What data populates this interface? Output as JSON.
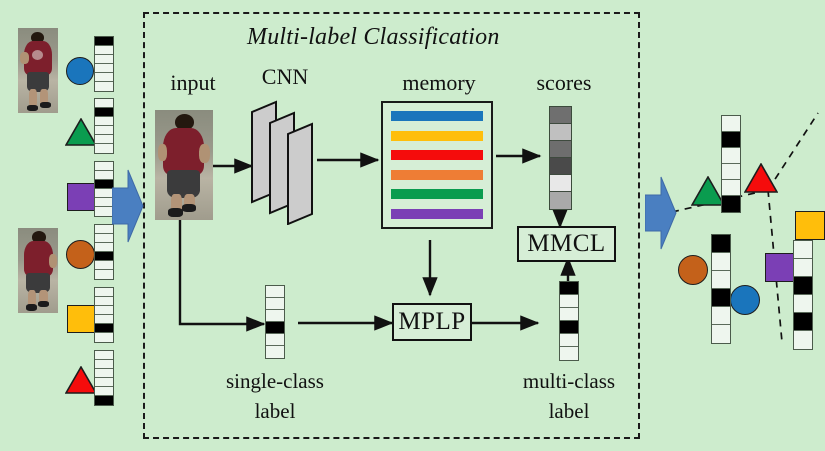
{
  "figure": {
    "domain": "diagram",
    "background_color": "#cdeccd",
    "panel": {
      "title": "Multi-label Classification",
      "border_style": "dashed"
    },
    "labels": {
      "input": "input",
      "cnn": "CNN",
      "memory": "memory",
      "scores": "scores",
      "mmcl": "MMCL",
      "mplp": "MPLP",
      "single_class_label_line1": "single-class",
      "single_class_label_line2": "label",
      "multi_class_label_line1": "multi-class",
      "multi_class_label_line2": "label"
    }
  },
  "left_gallery": {
    "shapes": [
      {
        "name": "circle",
        "color": "#1a75bc"
      },
      {
        "name": "triangle",
        "color": "#0a9c4f"
      },
      {
        "name": "square",
        "color": "#7b3fb5"
      },
      {
        "name": "circle",
        "color": "#c4611a"
      },
      {
        "name": "square",
        "color": "#ffbe0b"
      },
      {
        "name": "triangle",
        "color": "#f50c0c"
      }
    ],
    "vectors": [
      {
        "cells": 6,
        "on": [
          1
        ]
      },
      {
        "cells": 6,
        "on": [
          2
        ]
      },
      {
        "cells": 6,
        "on": [
          3
        ]
      },
      {
        "cells": 6,
        "on": [
          4
        ]
      },
      {
        "cells": 6,
        "on": [
          5
        ]
      },
      {
        "cells": 6,
        "on": [
          6
        ]
      }
    ]
  },
  "memory_bars": [
    {
      "index": 1,
      "color": "#1a75bc"
    },
    {
      "index": 2,
      "color": "#ffbe0b"
    },
    {
      "index": 3,
      "color": "#f50c0c"
    },
    {
      "index": 4,
      "color": "#ee7d35"
    },
    {
      "index": 5,
      "color": "#0a9c4f"
    },
    {
      "index": 6,
      "color": "#7b3fb5"
    }
  ],
  "score_cells": [
    {
      "index": 1,
      "color": "#6f6f6f"
    },
    {
      "index": 2,
      "color": "#c0c0c0"
    },
    {
      "index": 3,
      "color": "#6e6e6e"
    },
    {
      "index": 4,
      "color": "#4a4a4a"
    },
    {
      "index": 5,
      "color": "#e8e8e8"
    },
    {
      "index": 6,
      "color": "#a9a9a9"
    }
  ],
  "single_class_vector": {
    "cells": 6,
    "on": [
      4
    ]
  },
  "multi_class_vector": {
    "cells": 6,
    "on": [
      1,
      4
    ]
  },
  "right_cluster": {
    "shapes": [
      {
        "name": "triangle",
        "color": "#0a9c4f"
      },
      {
        "name": "triangle",
        "color": "#f50c0c"
      },
      {
        "name": "square",
        "color": "#ffbe0b"
      },
      {
        "name": "circle",
        "color": "#c4611a"
      },
      {
        "name": "square",
        "color": "#7b3fb5"
      },
      {
        "name": "circle",
        "color": "#1a75bc"
      }
    ],
    "vectors": [
      {
        "id": "top",
        "cells": 6,
        "on": [
          2,
          6
        ]
      },
      {
        "id": "middle",
        "cells": 6,
        "on": [
          1,
          4
        ]
      },
      {
        "id": "right",
        "cells": 6,
        "on": [
          3,
          5
        ]
      }
    ],
    "divider_style": "dashed"
  },
  "colors": {
    "background": "#cdeccd",
    "blue_arrow": "#4a7fc1",
    "cnn_layer": "#cccccc",
    "outline": "#111111"
  }
}
